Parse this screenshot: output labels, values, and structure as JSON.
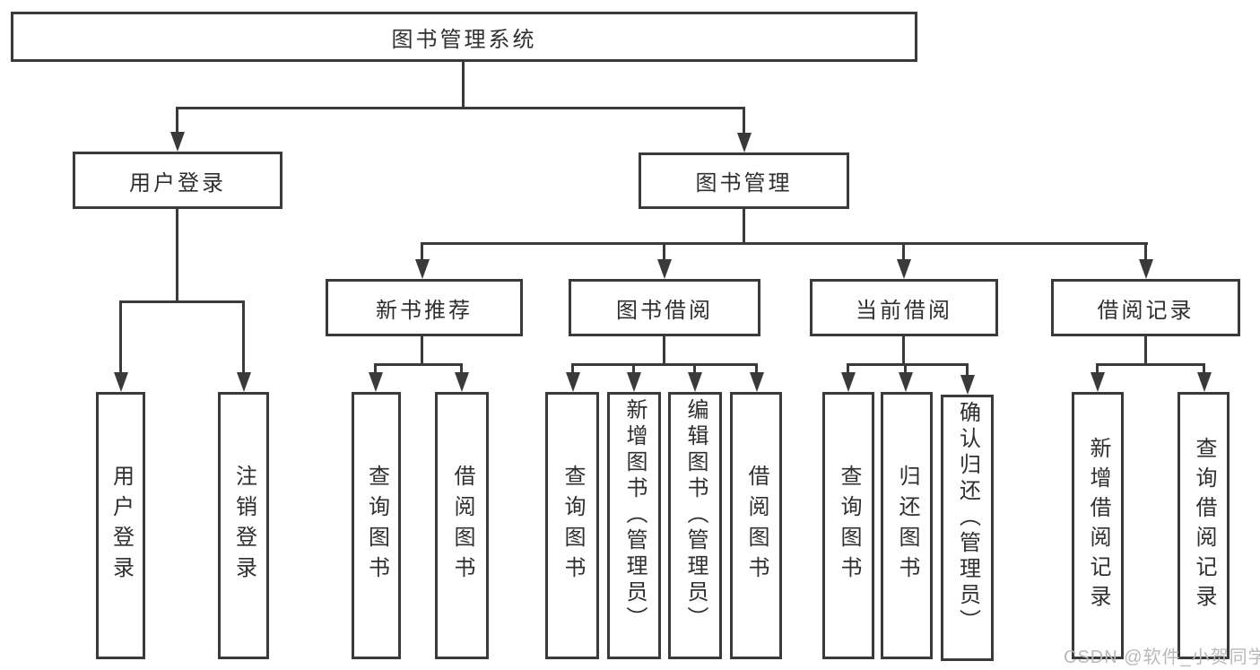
{
  "tree": {
    "root": "图书管理系统",
    "children": [
      {
        "label": "用户登录",
        "children": [
          "用户登录",
          "注销登录"
        ]
      },
      {
        "label": "图书管理",
        "children": [
          {
            "label": "新书推荐",
            "children": [
              "查询图书",
              "借阅图书"
            ]
          },
          {
            "label": "图书借阅",
            "children": [
              "查询图书",
              "新增图书（管理员）",
              "编辑图书（管理员）",
              "借阅图书"
            ]
          },
          {
            "label": "当前借阅",
            "children": [
              "查询图书",
              "归还图书",
              "确认归还（管理员）"
            ]
          },
          {
            "label": "借阅记录",
            "children": [
              "新增借阅记录",
              "查询借阅记录"
            ]
          }
        ]
      }
    ]
  },
  "watermark": {
    "text": "CSDN @软件_小贺同学"
  },
  "colors": {
    "line": "#3a3a3a",
    "box_background": "#ffffff",
    "text": "#2f2f2f",
    "watermark": "#b9b9b9"
  }
}
